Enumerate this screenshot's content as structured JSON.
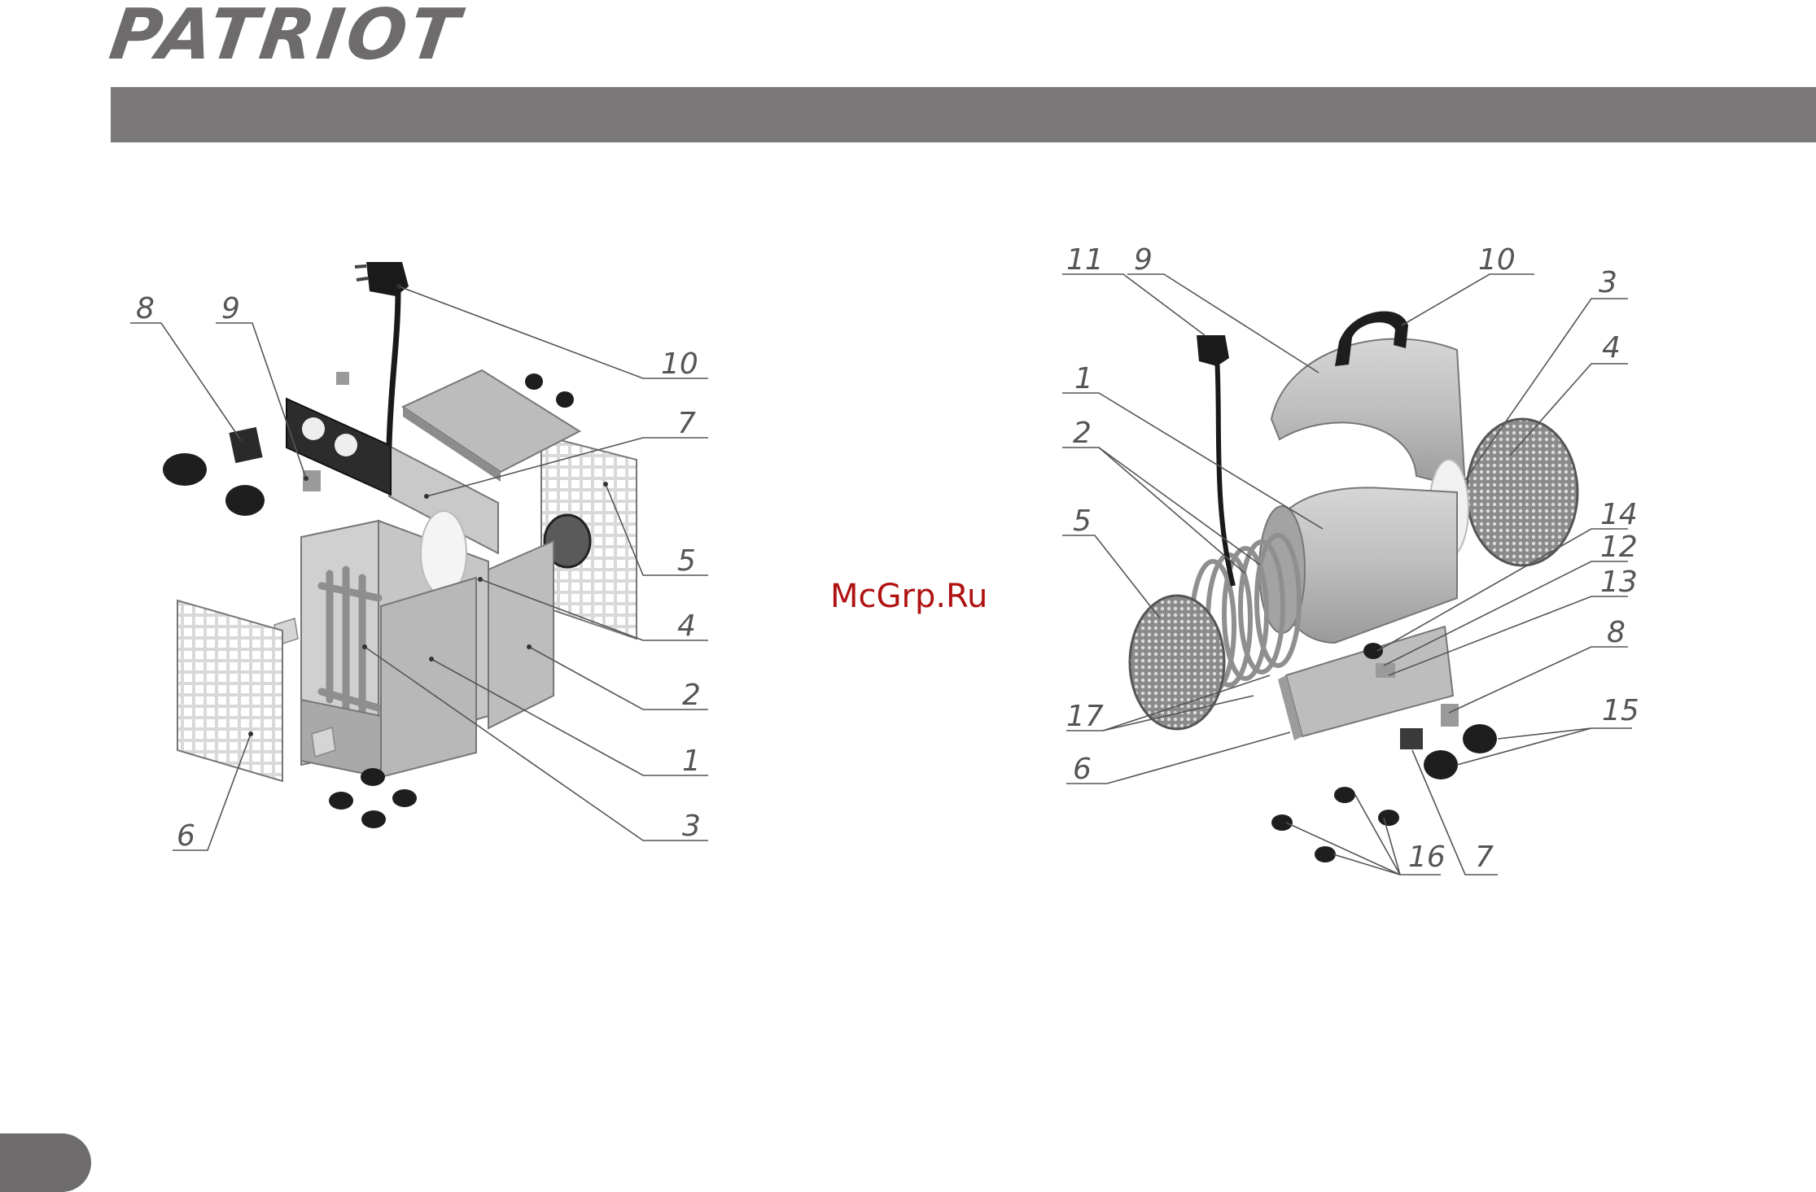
{
  "header": {
    "brand": "PATRIOT",
    "watermark": "McGrp.Ru"
  },
  "colors": {
    "brand_gray": "#6d6b6b",
    "bar_gray": "#7a7878",
    "watermark_red": "#b01212"
  },
  "left_diagram": {
    "callouts": [
      "8",
      "9",
      "10",
      "7",
      "5",
      "4",
      "2",
      "1",
      "3",
      "6"
    ]
  },
  "right_diagram": {
    "callouts": [
      "11",
      "9",
      "10",
      "3",
      "4",
      "1",
      "2",
      "5",
      "14",
      "12",
      "13",
      "8",
      "15",
      "17",
      "6",
      "16",
      "7"
    ]
  }
}
